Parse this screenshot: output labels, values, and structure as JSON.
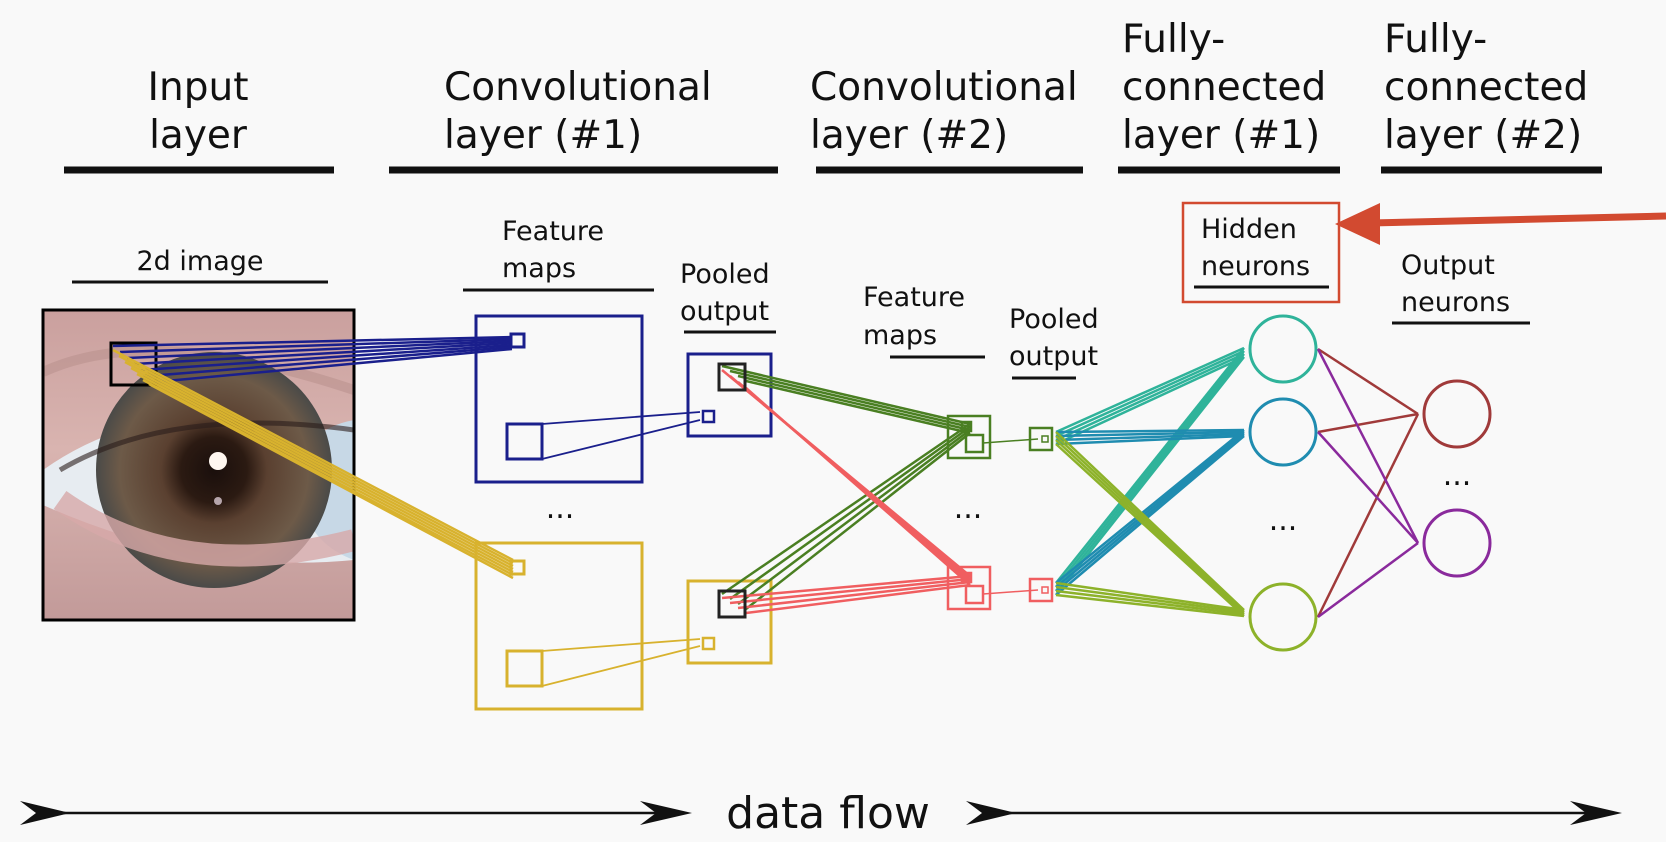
{
  "headers": {
    "input": [
      "Input",
      "layer"
    ],
    "conv1": [
      "Convolutional",
      "layer (#1)"
    ],
    "conv2": [
      "Convolutional",
      "layer (#2)"
    ],
    "fc1": [
      "Fully-",
      "connected",
      "layer (#1)"
    ],
    "fc2": [
      "Fully-",
      "connected",
      "layer (#2)"
    ]
  },
  "labels": {
    "image": "2d image",
    "feature_maps_1": [
      "Feature",
      "maps"
    ],
    "pooled_1": [
      "Pooled",
      "output"
    ],
    "feature_maps_2": [
      "Feature",
      "maps"
    ],
    "pooled_2": [
      "Pooled",
      "output"
    ],
    "hidden": [
      "Hidden",
      "neurons"
    ],
    "output": [
      "Output",
      "neurons"
    ]
  },
  "ellipsis": "...",
  "data_flow": "data flow",
  "colors": {
    "navy": "#1a1f8c",
    "gold": "#d8b22e",
    "green": "#4a7f22",
    "salmon": "#f05e60",
    "teal": "#2fb39a",
    "cyan": "#1f8cb0",
    "lime": "#8db22a",
    "maroon": "#a03a3a",
    "purple": "#8a2a9c",
    "highlight": "#d24a30"
  }
}
